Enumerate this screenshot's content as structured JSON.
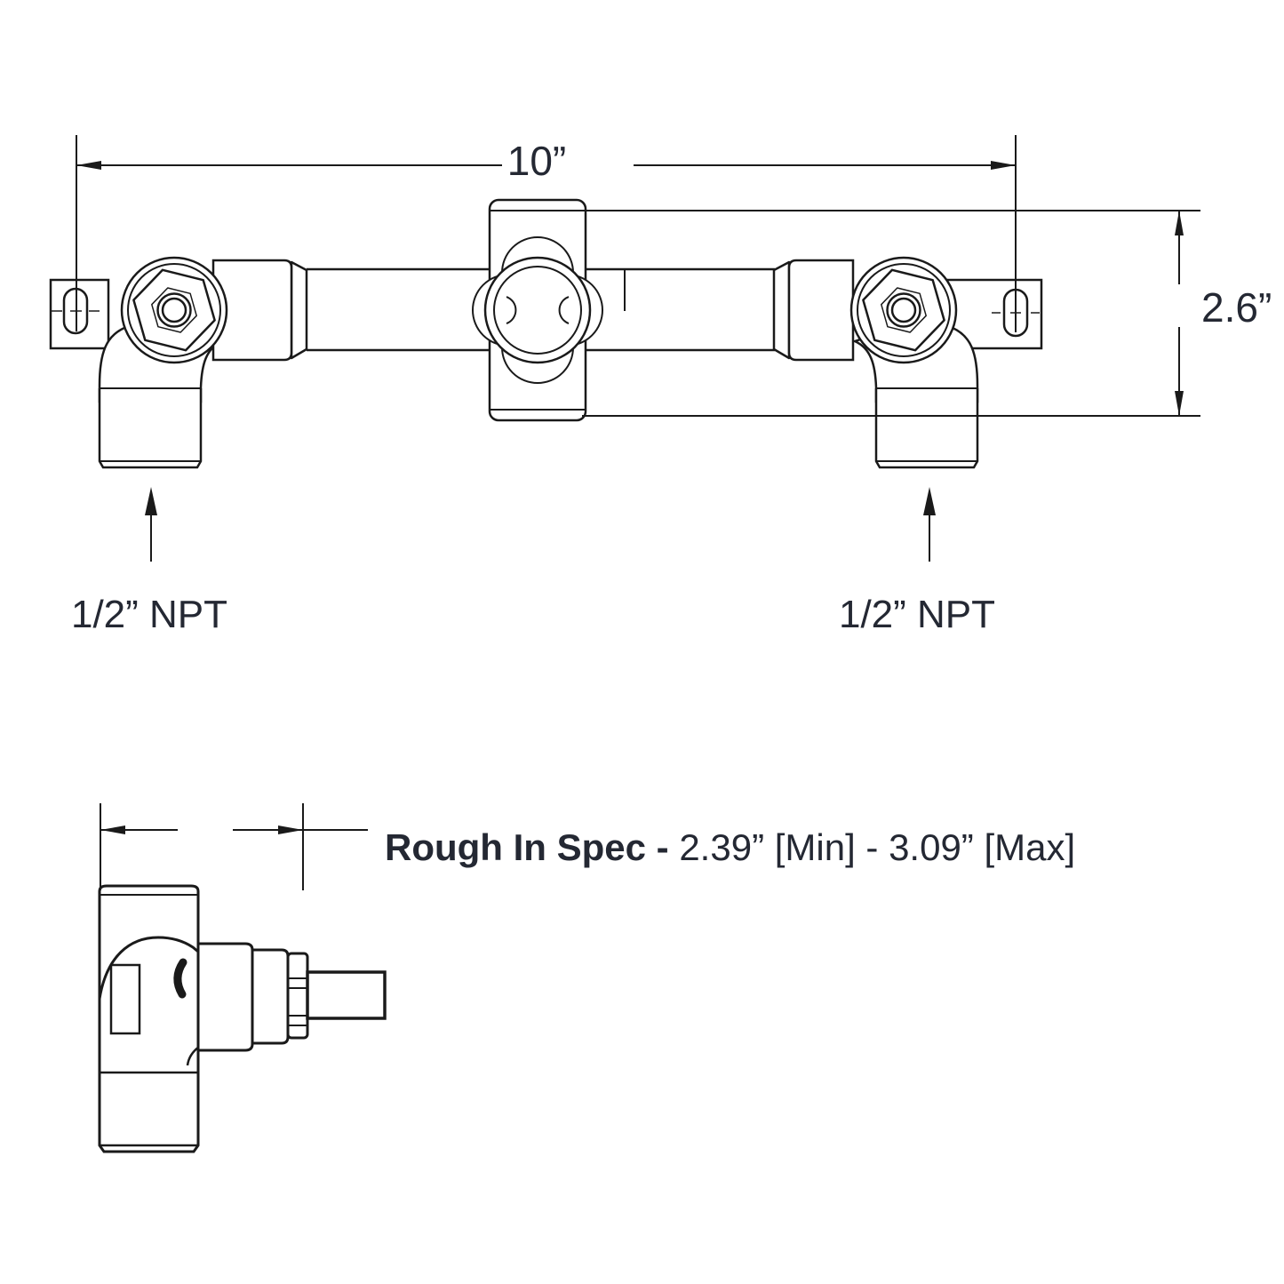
{
  "drawing": {
    "title": "faucet-rough-in-valve-technical-drawing",
    "top_view": {
      "width_dimension": "10”",
      "height_dimension": "2.6”",
      "left_inlet_label": "1/2” NPT",
      "right_inlet_label": "1/2” NPT"
    },
    "side_view": {
      "rough_in_spec_label": "Rough In Spec - ",
      "rough_in_spec_value": "2.39” [Min] - 3.09” [Max]"
    },
    "colors": {
      "line": "#1a1a1a",
      "text": "#242833",
      "background": "#ffffff"
    }
  }
}
